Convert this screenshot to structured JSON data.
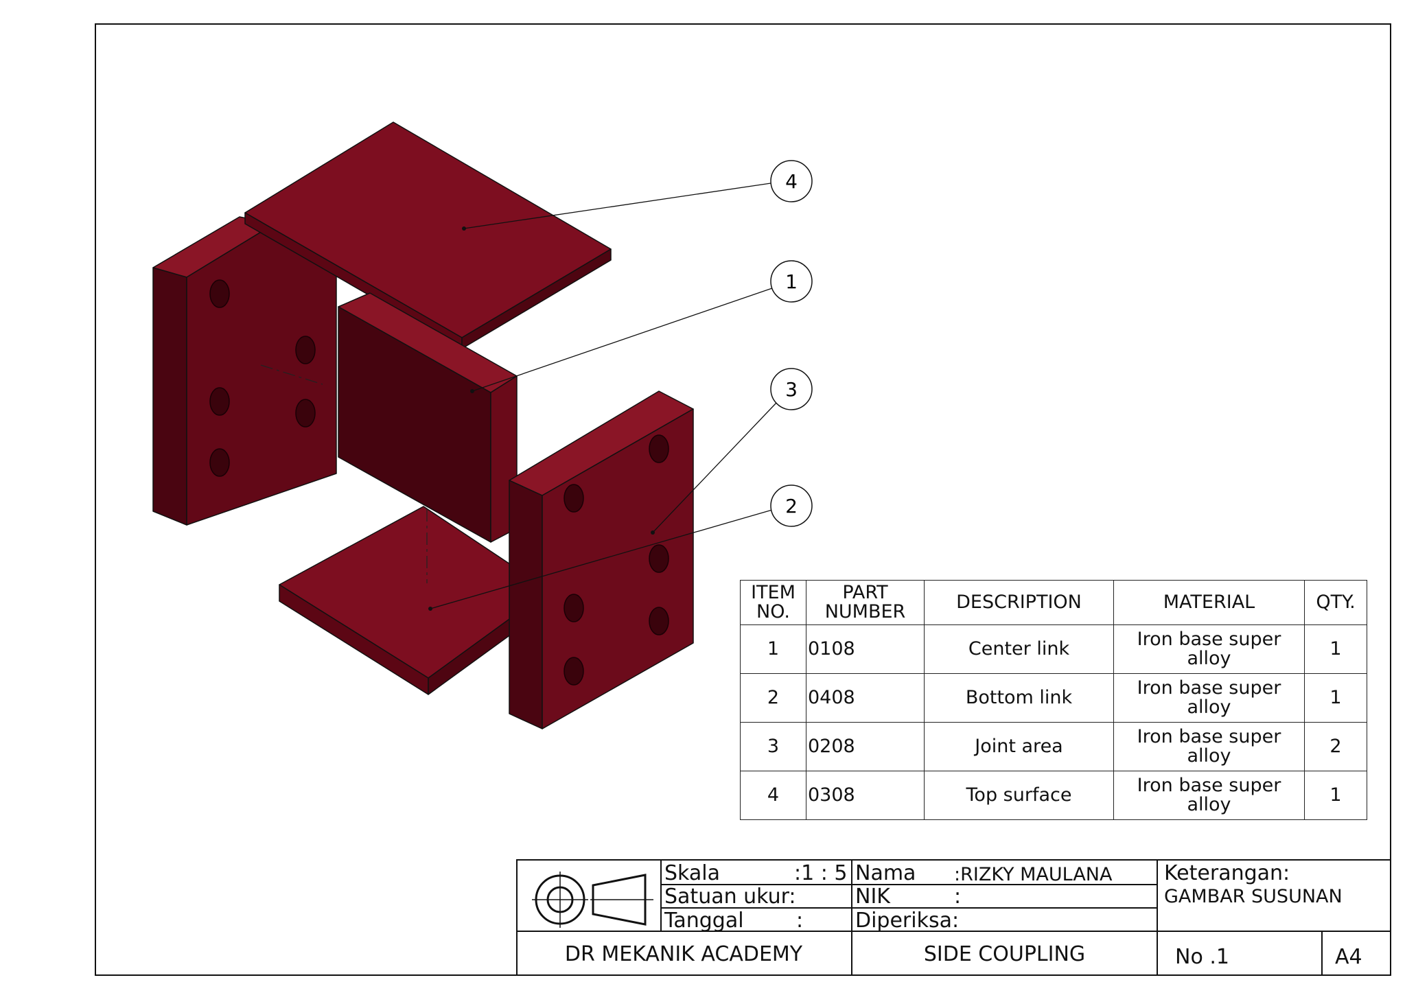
{
  "colors": {
    "part_face": "#7a0d1f",
    "part_side": "#5c0614",
    "part_dark": "#3e0410",
    "line": "#111111"
  },
  "balloons": [
    {
      "id": "balloon-4",
      "label": "4"
    },
    {
      "id": "balloon-1",
      "label": "1"
    },
    {
      "id": "balloon-3",
      "label": "3"
    },
    {
      "id": "balloon-2",
      "label": "2"
    }
  ],
  "bom": {
    "headers": {
      "item_line1": "ITEM",
      "item_line2": "NO.",
      "part_line1": "PART",
      "part_line2": "NUMBER",
      "description": "DESCRIPTION",
      "material": "MATERIAL",
      "qty": "QTY."
    },
    "rows": [
      {
        "item": "1",
        "part": "0108",
        "description": "Center link",
        "material_line1": "Iron base super",
        "material_line2": "alloy",
        "qty": "1"
      },
      {
        "item": "2",
        "part": "0408",
        "description": "Bottom link",
        "material_line1": "Iron base super",
        "material_line2": "alloy",
        "qty": "1"
      },
      {
        "item": "3",
        "part": "0208",
        "description": "Joint area",
        "material_line1": "Iron base super",
        "material_line2": "alloy",
        "qty": "2"
      },
      {
        "item": "4",
        "part": "0308",
        "description": "Top surface",
        "material_line1": "Iron base super",
        "material_line2": "alloy",
        "qty": "1"
      }
    ]
  },
  "title_block": {
    "skala_label": "Skala",
    "skala_value": ":1 : 5",
    "satuan_label": "Satuan ukur:",
    "tanggal_label": "Tanggal",
    "tanggal_colon": ":",
    "nama_label": "Nama",
    "nama_value": ":RIZKY MAULANA",
    "nik_label": "NIK",
    "nik_colon": ":",
    "diperiksa_label": "Diperiksa:",
    "keterangan_label": "Keterangan:",
    "keterangan_value": "GAMBAR SUSUNAN",
    "company": "DR MEKANIK ACADEMY",
    "drawing_title": "SIDE COUPLING",
    "number": "No .1",
    "sheet_size": "A4"
  }
}
